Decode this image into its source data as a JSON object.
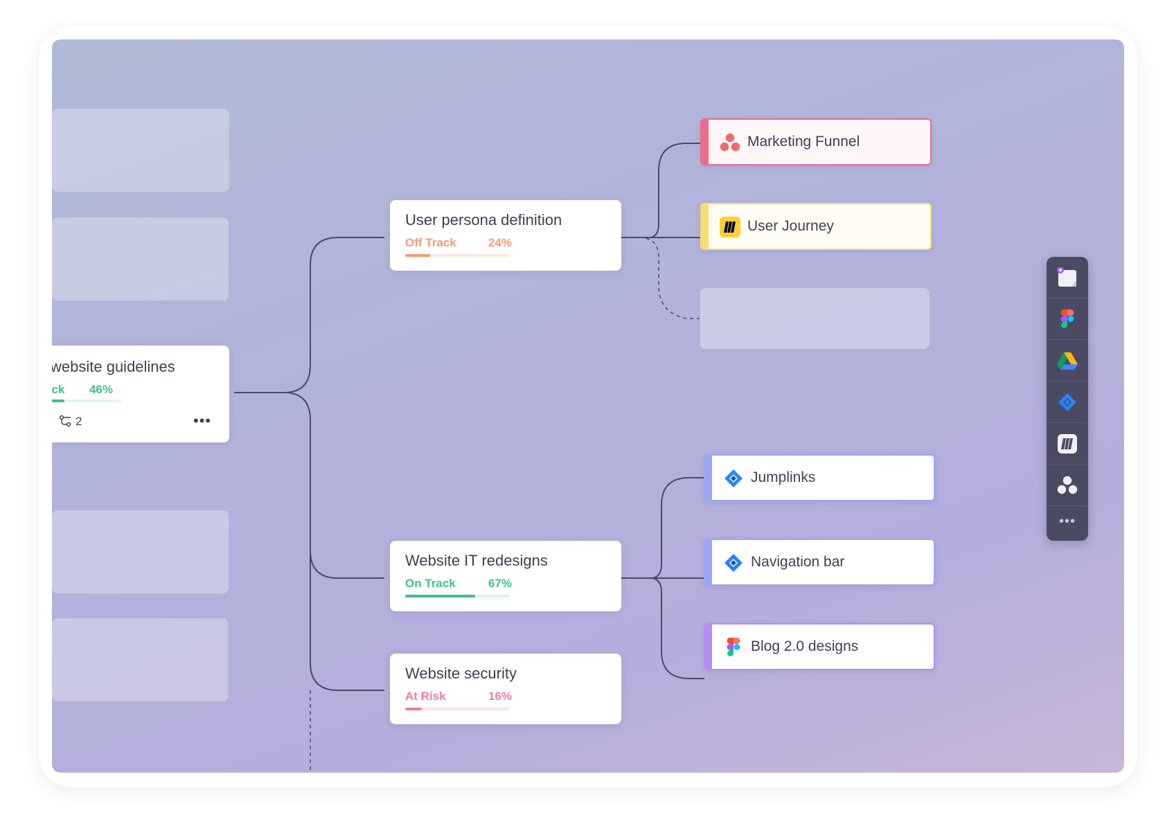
{
  "colors": {
    "off_track": "#f39a73",
    "on_track": "#3fbf92",
    "at_risk": "#f07aa6",
    "asana": "#f06a6a",
    "miro": "#ffd02f",
    "jira": "#2684ff",
    "figma_purple": "#a259ff"
  },
  "root": {
    "title": "website guidelines",
    "status": "ack",
    "percent": "46%",
    "progress": 0.46,
    "subtasks_icon": "subtasks-icon",
    "subtasks_count": "2",
    "more_icon": "more-horizontal-icon"
  },
  "goals": [
    {
      "title": "User persona definition",
      "status": "Off Track",
      "percent": "24%",
      "progress": 0.24
    },
    {
      "title": "Website IT redesigns",
      "status": "On Track",
      "percent": "67%",
      "progress": 0.67
    },
    {
      "title": "Website security",
      "status": "At Risk",
      "percent": "16%",
      "progress": 0.16
    }
  ],
  "links": [
    {
      "label": "Marketing Funnel",
      "icon": "asana-icon",
      "accent": "#f06a8a"
    },
    {
      "label": "User Journey",
      "icon": "miro-icon",
      "accent": "#f7dc6f"
    },
    {
      "label": "Jumplinks",
      "icon": "jira-icon",
      "accent": "#9aa6f0"
    },
    {
      "label": "Navigation bar",
      "icon": "jira-icon",
      "accent": "#9aa6f0"
    },
    {
      "label": "Blog 2.0 designs",
      "icon": "figma-icon",
      "accent": "#b58cf0"
    }
  ],
  "toolbar": {
    "items": [
      "add-note-icon",
      "figma-icon",
      "google-drive-icon",
      "jira-icon",
      "miro-icon",
      "asana-icon"
    ],
    "more_icon": "more-horizontal-icon",
    "more_label": "•••"
  }
}
